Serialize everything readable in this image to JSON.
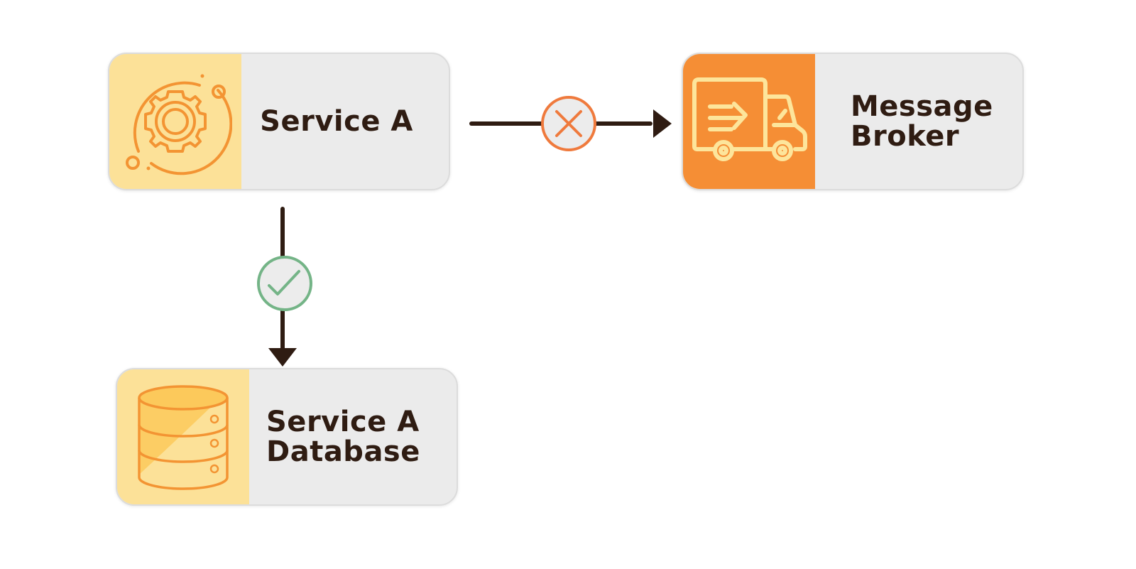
{
  "nodes": {
    "service_a": {
      "label": "Service A",
      "icon": "gear-cycle-icon"
    },
    "message_broker": {
      "line1": "Message",
      "line2": "Broker",
      "icon": "delivery-truck-icon"
    },
    "service_a_database": {
      "line1": "Service A",
      "line2": "Database",
      "icon": "database-icon"
    }
  },
  "edges": [
    {
      "from": "Service A",
      "to": "Message Broker",
      "status": "failed",
      "status_icon": "cross-icon"
    },
    {
      "from": "Service A",
      "to": "Service A Database",
      "status": "success",
      "status_icon": "check-icon"
    }
  ],
  "colors": {
    "node_background": "#ebebeb",
    "light_panel": "#fce198",
    "accent_orange": "#f58e35",
    "text_dark": "#2f1c12",
    "error": "#ef7a3d",
    "success": "#74b487"
  }
}
